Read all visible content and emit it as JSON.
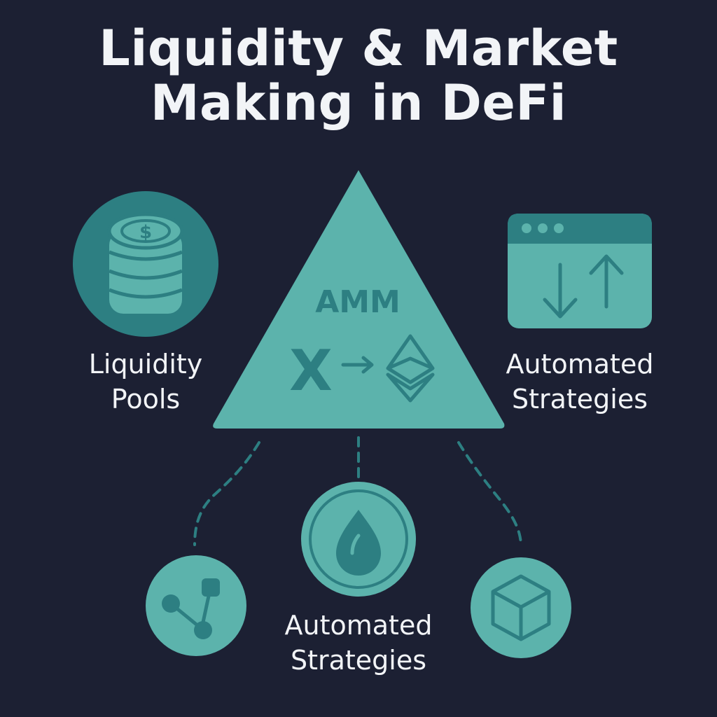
{
  "title": {
    "line1": "Liquidity & Market",
    "line2": "Making in DeFi"
  },
  "center": {
    "label": "AMM",
    "formula_symbol": "X",
    "icons": [
      "arrow-right-icon",
      "ethereum-icon"
    ]
  },
  "nodes": {
    "left": {
      "icon": "coin-stack-icon",
      "label_line1": "Liquidity",
      "label_line2": "Pools"
    },
    "right": {
      "icon": "browser-window-arrows-icon",
      "label_line1": "Automated",
      "label_line2": "Strategies"
    },
    "bottom_center": {
      "icon": "drop-icon",
      "label_line1": "Automated",
      "label_line2": "Strategies"
    },
    "bottom_left": {
      "icon": "network-nodes-icon"
    },
    "bottom_right": {
      "icon": "cube-icon"
    }
  },
  "colors": {
    "background": "#1c2033",
    "teal_light": "#5cb3ac",
    "teal_dark": "#2d7f82",
    "text": "#f2f4f7"
  }
}
